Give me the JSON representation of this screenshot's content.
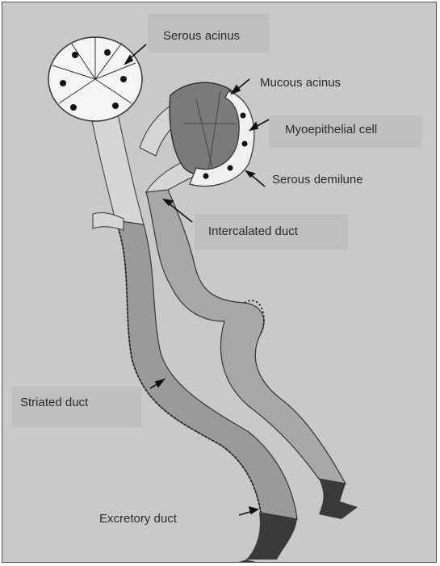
{
  "diagram": {
    "labels": {
      "serous_acinus": "Serous acinus",
      "mucous_acinus": "Mucous acinus",
      "myoepithelial_cell": "Myoepithelial cell",
      "serous_demilune": "Serous demilune",
      "intercalated_duct": "Intercalated duct",
      "striated_duct": "Striated duct",
      "excretory_duct": "Excretory duct"
    },
    "colors": {
      "background": "#c9c9c9",
      "label_box": "#bdbdbd",
      "serous_cell": "#f4f4f4",
      "nucleus": "#111111",
      "mucous_cell": "#7a7a7a",
      "striated_cell": "#9a9a9a",
      "excretory_duct": "#3a3a3a"
    }
  }
}
